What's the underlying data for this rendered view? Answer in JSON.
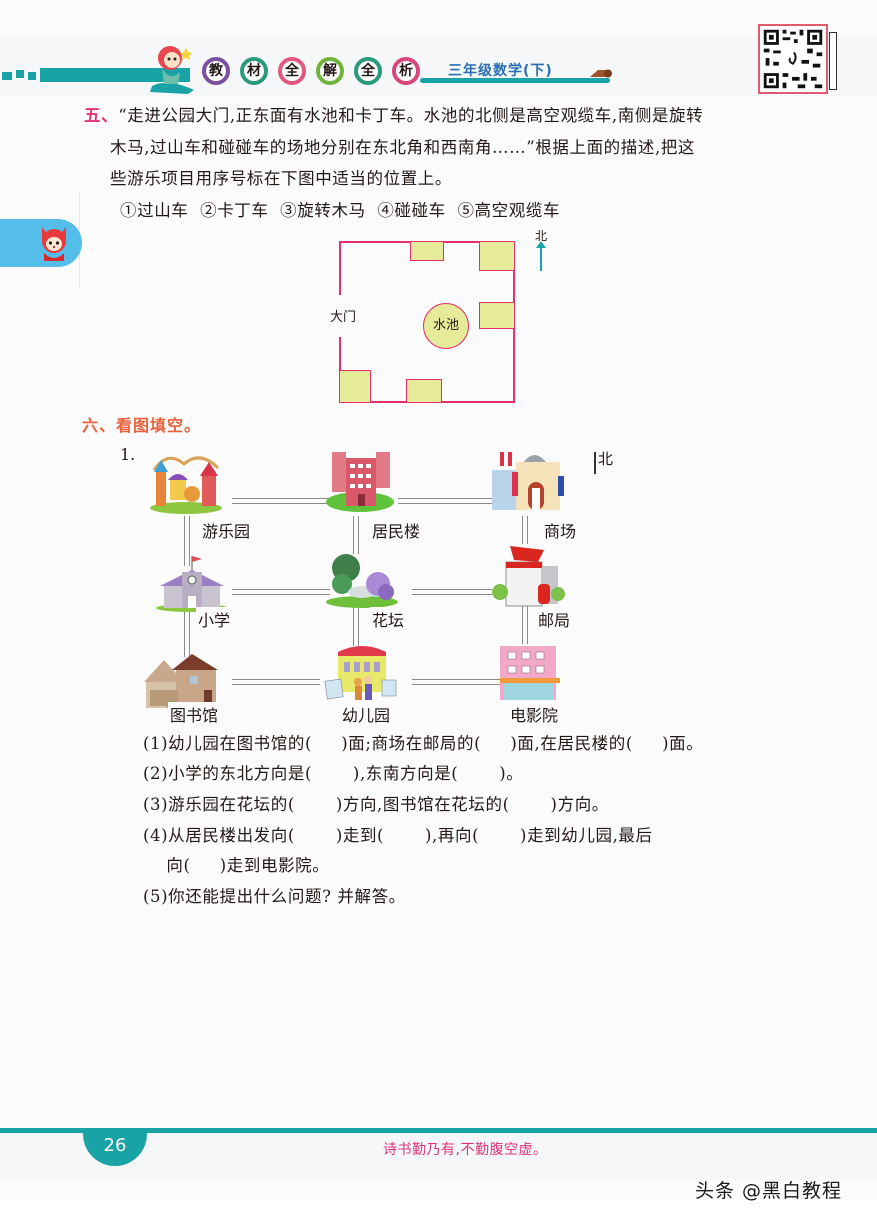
{
  "header": {
    "badges": [
      {
        "char": "教",
        "color": "#7d4fa0"
      },
      {
        "char": "材",
        "color": "#2a9a7a"
      },
      {
        "char": "全",
        "color": "#e2577f"
      },
      {
        "char": "解",
        "color": "#6fb33a"
      },
      {
        "char": "全",
        "color": "#2a9a7a"
      },
      {
        "char": "析",
        "color": "#d8477a"
      }
    ],
    "grade_label": "三年级数学(下)",
    "qr_code": "qr-code"
  },
  "side_tab": {
    "icon": "fox-mascot-icon"
  },
  "section5": {
    "number": "五、",
    "lines": [
      "“走进公园大门,正东面有水池和卡丁车。水池的北侧是高空观缆车,南侧是旋转",
      "木马,过山车和碰碰车的场地分别在东北角和西南角……”根据上面的描述,把这",
      "些游乐项目用序号标在下图中适当的位置上。"
    ],
    "options": "①过山车  ②卡丁车  ③旋转木马  ④碰碰车  ⑤高空观缆车",
    "map": {
      "gate_label": "大门",
      "pool_label": "水池",
      "north_label": "北"
    }
  },
  "section6": {
    "title": "六、看图填空。",
    "item_number": "1.",
    "map": {
      "north_label": "北",
      "places": [
        {
          "name": "游乐园",
          "row": 0,
          "col": 0
        },
        {
          "name": "居民楼",
          "row": 0,
          "col": 1
        },
        {
          "name": "商场",
          "row": 0,
          "col": 2
        },
        {
          "name": "小学",
          "row": 1,
          "col": 0
        },
        {
          "name": "花坛",
          "row": 1,
          "col": 1
        },
        {
          "name": "邮局",
          "row": 1,
          "col": 2
        },
        {
          "name": "图书馆",
          "row": 2,
          "col": 0
        },
        {
          "name": "幼儿园",
          "row": 2,
          "col": 1
        },
        {
          "name": "电影院",
          "row": 2,
          "col": 2
        }
      ]
    },
    "questions": [
      "(1)幼儿园在图书馆的(     )面;商场在邮局的(     )面,在居民楼的(     )面。",
      "(2)小学的东北方向是(       ),东南方向是(       )。",
      "(3)游乐园在花坛的(       )方向,图书馆在花坛的(       )方向。",
      "(4)从居民楼出发向(       )走到(       ),再向(       )走到幼儿园,最后",
      "    向(     )走到电影院。",
      "(5)你还能提出什么问题? 并解答。"
    ]
  },
  "footer": {
    "page_number": "26",
    "motto": "诗书勤乃有,不勤腹空虚。"
  },
  "watermark": "头条 @黑白教程"
}
